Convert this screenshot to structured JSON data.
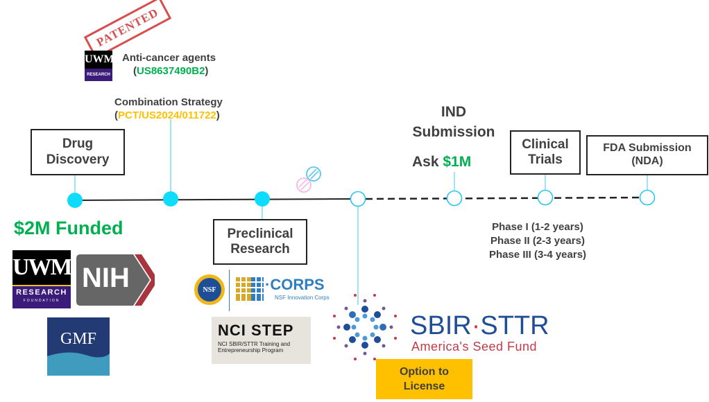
{
  "colors": {
    "node_fill": "#0fdcfa",
    "node_stroke": "#27c6f0",
    "connector": "#7fdcef",
    "accent_green": "#00b050",
    "accent_gold": "#ffc000",
    "text": "#404040",
    "license_bg": "#ffc000"
  },
  "patent": {
    "stamp_label": "PATENTED",
    "title": "Anti-cancer agents",
    "number": "US8637490B2",
    "logo": "uwm-research-foundation-logo"
  },
  "combination": {
    "title": "Combination Strategy",
    "number": "PCT/US2024/011722"
  },
  "stages": {
    "drug_discovery": "Drug Discovery",
    "drug_discovery_l1": "Drug",
    "drug_discovery_l2": "Discovery",
    "preclinical_l1": "Preclinical",
    "preclinical_l2": "Research",
    "ind_l1": "IND",
    "ind_l2": "Submission",
    "ask_prefix": "Ask",
    "ask_amount": "$1M",
    "clinical_l1": "Clinical",
    "clinical_l2": "Trials",
    "fda_l1": "FDA Submission",
    "fda_l2": "(NDA)"
  },
  "phases": [
    "Phase I (1-2 years)",
    "Phase II (2-3 years)",
    "Phase III (3-4 years)"
  ],
  "funding": {
    "label": "$2M Funded",
    "logos": [
      "UWM Research Foundation",
      "NIH",
      "GMF"
    ]
  },
  "uwm_logo": {
    "main": "UWM",
    "sub": "RESEARCH",
    "sub2": "FOUNDATION"
  },
  "nih_logo": {
    "text": "NIH"
  },
  "gmf_logo": {
    "text": "GMF"
  },
  "nsf_logo": {
    "text": "NSF"
  },
  "icorps_logo": {
    "main": "CORPS",
    "dot": "·",
    "sub": "NSF Innovation Corps"
  },
  "nci_step_logo": {
    "main": "NCI STEP",
    "sub1": "NCI SBIR/STTR Training and",
    "sub2": "Entrepreneurship Program"
  },
  "sbir_logo": {
    "main_left": "SBIR",
    "dot": "·",
    "main_right": "STTR",
    "sub": "America's Seed Fund"
  },
  "license": {
    "l1": "Option to",
    "l2": "License"
  },
  "timeline_nodes": [
    {
      "name": "drug-discovery",
      "state": "completed"
    },
    {
      "name": "combination-strategy",
      "state": "completed"
    },
    {
      "name": "preclinical-research",
      "state": "completed"
    },
    {
      "name": "option-to-license",
      "state": "upcoming"
    },
    {
      "name": "ind-submission",
      "state": "upcoming"
    },
    {
      "name": "clinical-trials",
      "state": "upcoming"
    },
    {
      "name": "fda-submission",
      "state": "upcoming"
    }
  ]
}
